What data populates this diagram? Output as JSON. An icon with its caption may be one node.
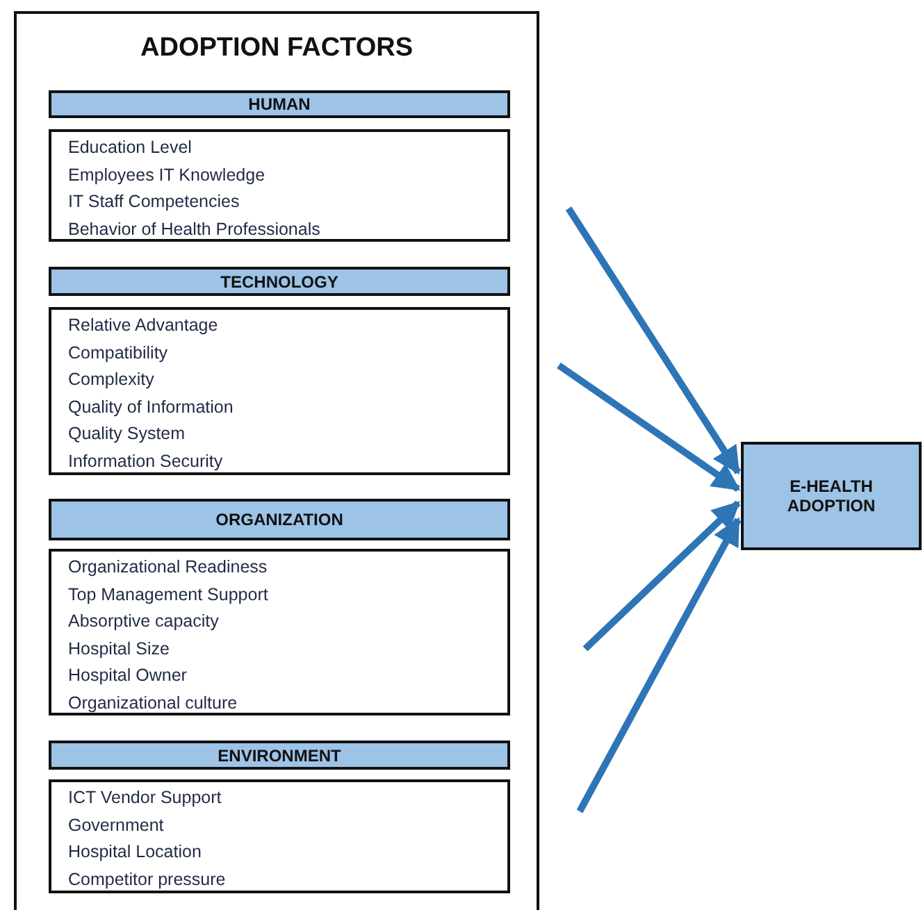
{
  "diagram": {
    "nodes": [
      {
        "text": [
          "ADOPTION FACTORS"
        ]
      },
      {
        "text": [
          "HUMAN"
        ],
        "in": 0
      },
      {
        "text": [
          "Education Level",
          "Employees IT Knowledge",
          "IT Staff Competencies",
          "Behavior of Health Professionals"
        ],
        "in": 0
      },
      {
        "text": [
          "TECHNOLOGY"
        ],
        "in": 0
      },
      {
        "text": [
          "Relative Advantage",
          "Compatibility",
          "Complexity",
          "Quality of Information",
          "Quality System",
          "Information Security"
        ],
        "in": 0
      },
      {
        "text": [
          "ORGANIZATION"
        ],
        "in": 0
      },
      {
        "text": [
          "Organizational Readiness",
          "Top Management Support",
          "Absorptive capacity",
          "Hospital Size",
          "Hospital Owner",
          "Organizational culture"
        ],
        "in": 0
      },
      {
        "text": [
          "ENVIRONMENT"
        ],
        "in": 0
      },
      {
        "text": [
          "ICT Vendor Support",
          "Government",
          "Hospital Location",
          "Competitor pressure"
        ],
        "in": 0
      },
      {
        "text": [
          "E-HEALTH ADOPTION"
        ]
      }
    ],
    "edges": [
      {
        "from": null,
        "to": 9,
        "arrow": "to"
      },
      {
        "from": null,
        "to": 9,
        "arrow": "to"
      },
      {
        "from": null,
        "to": 9,
        "arrow": "to"
      },
      {
        "from": null,
        "to": 9,
        "arrow": "to"
      }
    ]
  }
}
